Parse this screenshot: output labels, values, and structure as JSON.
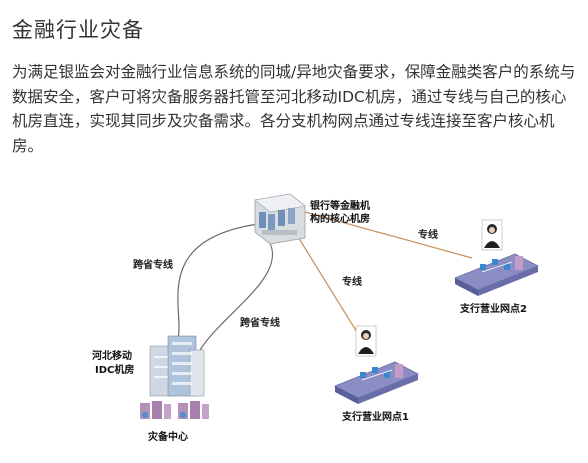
{
  "page": {
    "title": "金融行业灾备",
    "description": "为满足银监会对金融行业信息系统的同城/异地灾备要求，保障金融类客户的系统与数据安全，客户可将灾备服务器托管至河北移动IDC机房，通过专线与自己的核心机房直连，实现其同步及灾备需求。各分支机构网点通过专线连接至客户核心机房。"
  },
  "diagram": {
    "nodes": {
      "core": {
        "label_line1": "银行等金融机",
        "label_line2": "构的核心机房"
      },
      "idc": {
        "label_line1": "河北移动",
        "label_line2": "IDC机房"
      },
      "disaster": {
        "label": "灾备中心"
      },
      "branch1": {
        "label": "支行营业网点1"
      },
      "branch2": {
        "label": "支行营业网点2"
      }
    },
    "edges": {
      "cross_province_1": "跨省专线",
      "cross_province_2": "跨省专线",
      "line_branch1": "专线",
      "line_branch2": "专线"
    },
    "colors": {
      "cross_line": "#6b6b6b",
      "dedicated_line": "#c8905a",
      "platform": "#8a8ec4"
    }
  }
}
